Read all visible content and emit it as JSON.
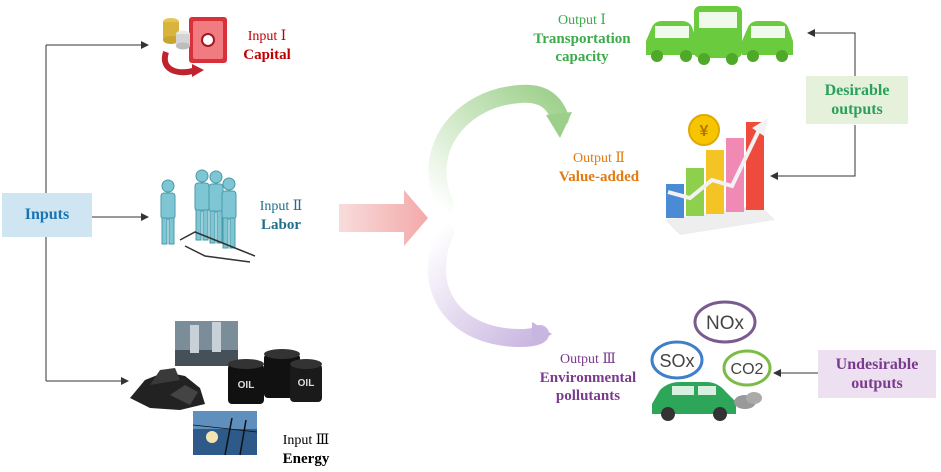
{
  "inputs_box": {
    "label": "Inputs",
    "color": "#1a74b3",
    "bg": "#cfe6f2"
  },
  "input_1": {
    "prefix": "Input Ⅰ",
    "name": "Capital",
    "color": "#c00000"
  },
  "input_2": {
    "prefix": "Input Ⅱ",
    "name": "Labor",
    "color": "#1f6f8b"
  },
  "input_3": {
    "prefix": "Input Ⅲ",
    "name": "Energy",
    "color": "#000000"
  },
  "output_1": {
    "prefix": "Output Ⅰ",
    "name_line1": "Transportation",
    "name_line2": "capacity",
    "color": "#3cab4a"
  },
  "output_2": {
    "prefix": "Output Ⅱ",
    "name": "Value-added",
    "color": "#e07b12"
  },
  "output_3": {
    "prefix": "Output Ⅲ",
    "name_line1": "Environmental",
    "name_line2": "pollutants",
    "color": "#7a3b8f"
  },
  "desirable_box": {
    "line1": "Desirable",
    "line2": "outputs",
    "color": "#2aa05a",
    "bg": "#e6f1dc"
  },
  "undesirable_box": {
    "line1": "Undesirable",
    "line2": "outputs",
    "color": "#7a3b8f",
    "bg": "#ede0f0"
  },
  "yen_symbol": "¥",
  "oil_text": "OIL",
  "pollutants": {
    "nox": "NOx",
    "sox": "SOx",
    "co2": "CO2"
  }
}
